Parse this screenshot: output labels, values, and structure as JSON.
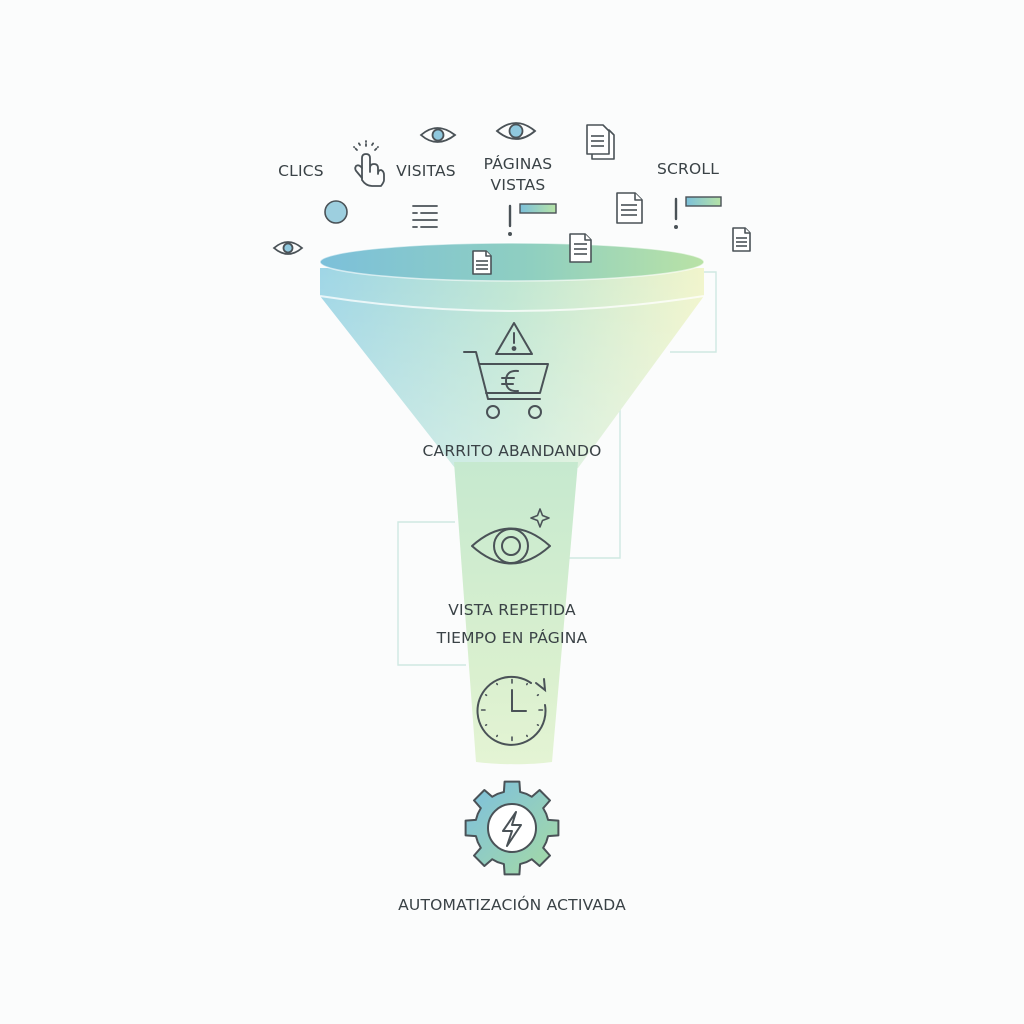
{
  "signals": {
    "clics": "CLICS",
    "visitas": "VISITAS",
    "paginas_line1": "PÁGINAS",
    "paginas_line2": "VISTAS",
    "scroll": "SCROLL"
  },
  "stages": {
    "cart": "CARRITO ABANDANDO",
    "repeat_line1": "VISTA REPETIDA",
    "repeat_line2": "TIEMPO EN PÁGINA"
  },
  "result": {
    "label": "AUTOMATIZACIÓN ACTIVADA"
  },
  "colors": {
    "blue": "#7cc0da",
    "green": "#a9dcae",
    "cream": "#eef4c8",
    "stroke": "#4a5257",
    "connector": "#cfe8e2"
  },
  "icons": {
    "click": "hand-pointer-icon",
    "eye": "eye-icon",
    "document": "document-icon",
    "list": "list-icon",
    "alert": "warning-icon",
    "cart": "cart-euro-icon",
    "eye_focus": "eye-sparkle-icon",
    "clock": "clock-refresh-icon",
    "gear": "gear-bolt-icon"
  }
}
